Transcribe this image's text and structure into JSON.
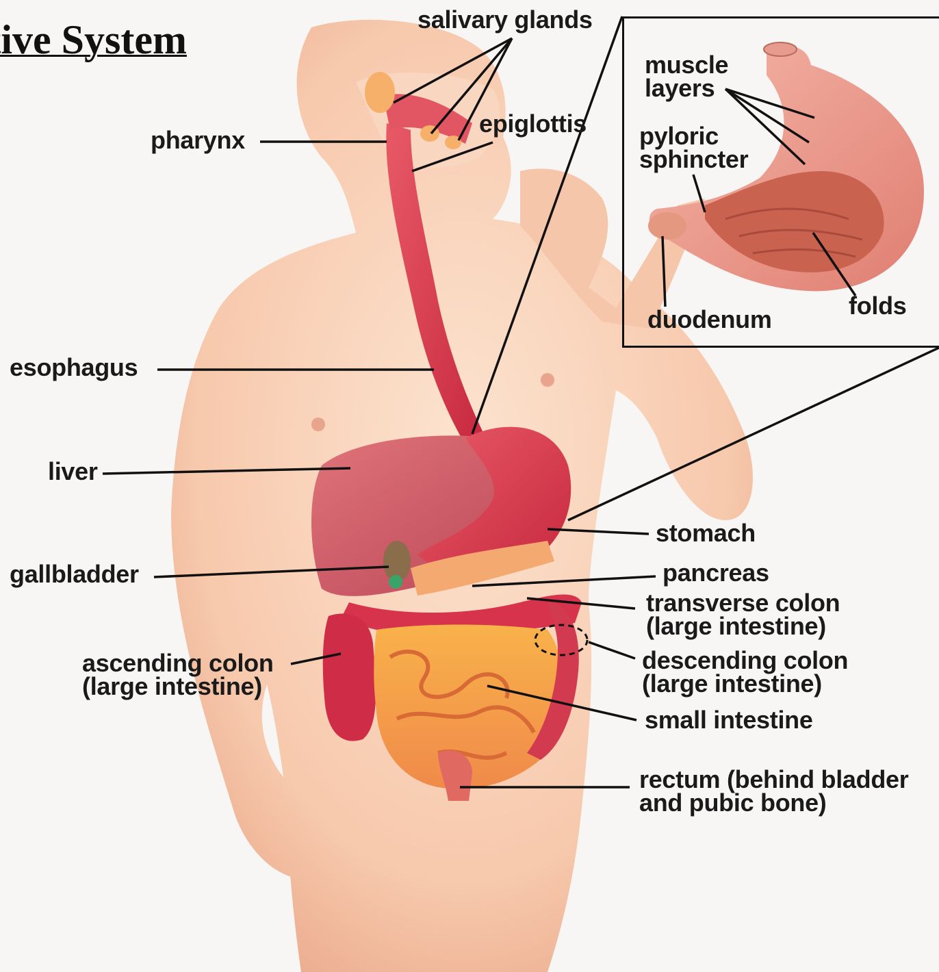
{
  "title": "stive System",
  "labels": {
    "salivary_glands": "salivary glands",
    "pharynx": "pharynx",
    "epiglottis": "epiglottis",
    "esophagus": "esophagus",
    "liver": "liver",
    "gallbladder": "gallbladder",
    "ascending_colon": [
      "ascending colon",
      "(large intestine)"
    ],
    "stomach": "stomach",
    "pancreas": "pancreas",
    "transverse_colon": [
      "transverse colon",
      "(large intestine)"
    ],
    "descending_colon": [
      "descending colon",
      "(large intestine)"
    ],
    "small_intestine": "small intestine",
    "rectum": [
      "rectum (behind bladder",
      "and pubic bone)"
    ]
  },
  "inset_labels": {
    "muscle_layers": [
      "muscle",
      "layers"
    ],
    "pyloric_sphincter": [
      "pyloric",
      "sphincter"
    ],
    "duodenum": "duodenum",
    "folds": "folds"
  }
}
